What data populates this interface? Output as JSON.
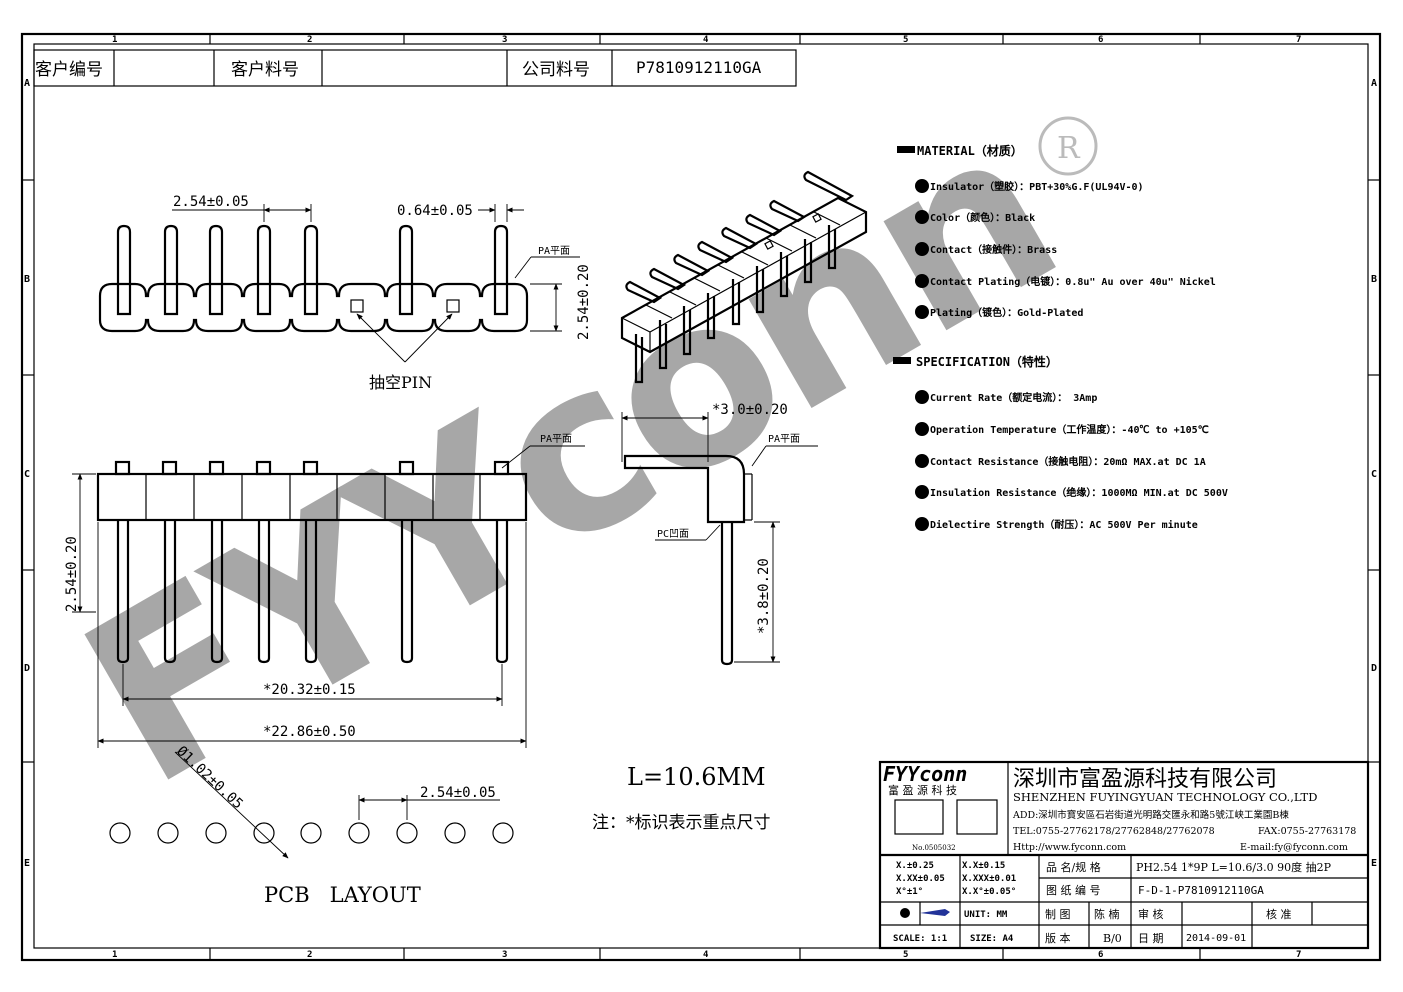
{
  "header": {
    "customer_no_label": "客户编号",
    "customer_part_label": "客户料号",
    "company_part_label": "公司料号",
    "company_part_value": "P7810912110GA"
  },
  "frame": {
    "cols": [
      "1",
      "2",
      "3",
      "4",
      "5",
      "6",
      "7"
    ],
    "rows": [
      "A",
      "B",
      "C",
      "D",
      "E"
    ]
  },
  "drawing": {
    "top_pitch": "2.54±0.05",
    "pin_width": "0.64±0.05",
    "pa_flat_1": "PA平面",
    "height_top": "2.54±0.20",
    "removed_pin": "抽空PIN",
    "front_height": "2.54±0.20",
    "span_pins": "*20.32±0.15",
    "span_total": "*22.86±0.50",
    "side_length": "*3.0±0.20",
    "pa_flat_2": "PA平面",
    "pa_flat_3": "PA平面",
    "pc_concave": "PC凹面",
    "side_pin_len": "*3.8±0.20",
    "hole_dia": "Ø1.02±0.05",
    "pcb_pitch": "2.54±0.05",
    "pcb_layout": "PCB   LAYOUT",
    "length_note": "L=10.6MM",
    "key_note": "注：*标识表示重点尺寸",
    "registered": "R",
    "watermark": "FYYconn"
  },
  "material": {
    "title": "MATERIAL（材质）",
    "items": [
      "Insulator（塑胶）：PBT+30%G.F(UL94V-0)",
      "Color（颜色）：Black",
      "Contact（接触件）：Brass",
      "Contact Plating（电镀）：0.8u\" Au  over 40u\" Nickel",
      "Plating（镀色）：Gold-Plated"
    ]
  },
  "specification": {
    "title": "SPECIFICATION（特性）",
    "items": [
      "Current Rate（额定电流）： 3Amp",
      "Operation Temperature（工作温度）：-40℃ to +105℃",
      "Contact Resistance（接触电阻）：20mΩ MAX.at DC 1A",
      "Insulation Resistance（绝缘）：1000MΩ MIN.at DC 500V",
      "Dielectire Strength（耐压）：AC 500V Per minute"
    ]
  },
  "title_block": {
    "logo": "FYYconn",
    "logo_sub": "富 盈 源 科 技",
    "company_cn": "深圳市富盈源科技有限公司",
    "company_en": "SHENZHEN FUYINGYUAN TECHNOLOGY CO.,LTD",
    "address": "ADD:深圳市寶安區石岩街道光明路交匯永和路5號江峡工業園B棟",
    "tel": "TEL:0755-27762178/27762848/27762078",
    "fax": "FAX:0755-27763178",
    "http": "Http://www.fyconn.com",
    "email": "E-mail:fy@fyconn.com",
    "cert_no": "No.0505032",
    "tol_1": "X.±0.25",
    "tol_2": "X.X±0.15",
    "tol_3": "X.XX±0.05",
    "tol_4": "X.XXX±0.01",
    "tol_5": "X°±1°",
    "tol_6": "X.X°±0.05°",
    "unit": "UNIT: MM",
    "scale": "SCALE: 1:1",
    "size": "SIZE: A4",
    "name_label": "品 名/规 格",
    "name_value": "PH2.54  1*9P  L=10.6/3.0 90度 抽2P",
    "drawing_no_label": "图 纸 编 号",
    "drawing_no_value": "F-D-1-P7810912110GA",
    "drawn_label": "制 图",
    "drawn_value": "陈 楠",
    "check_label": "审 核",
    "approve_label": "核 准",
    "version_label": "版 本",
    "version_value": "B/0",
    "date_label": "日 期",
    "date_value": "2014-09-01"
  }
}
